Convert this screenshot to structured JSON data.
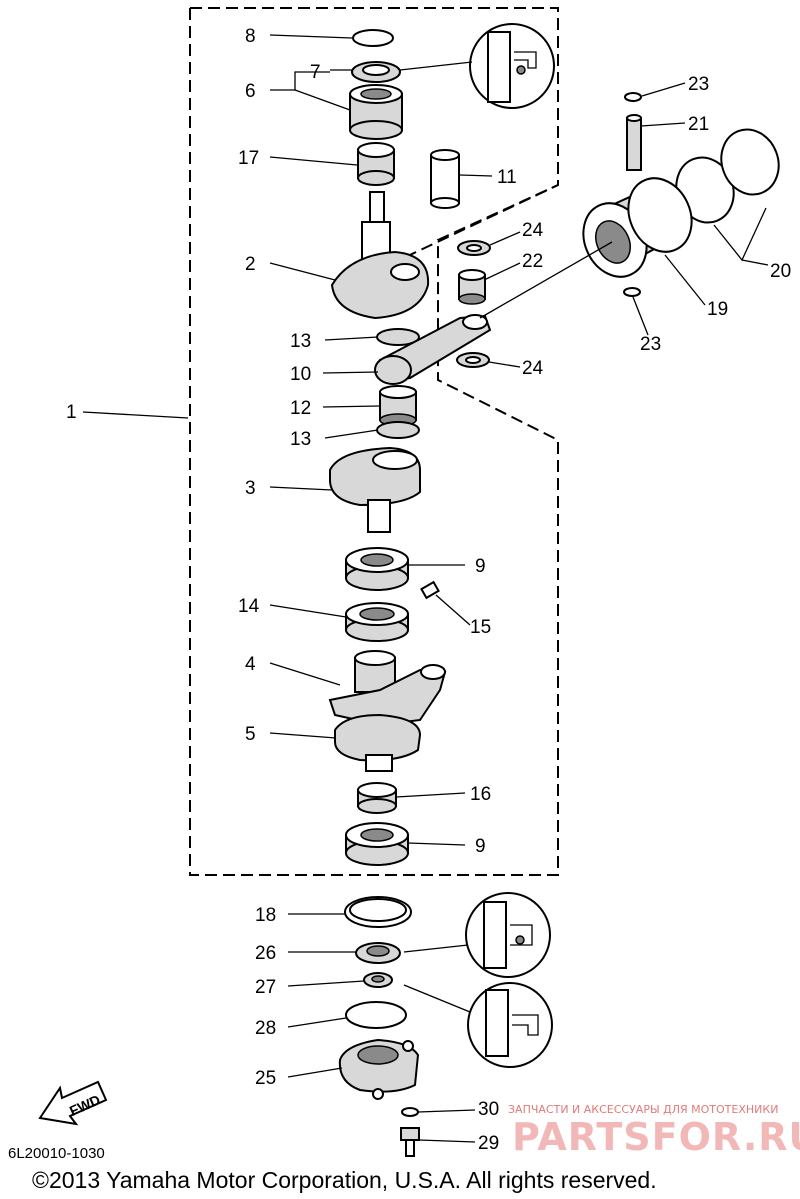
{
  "diagram": {
    "callouts": [
      {
        "id": "8",
        "text": "8"
      },
      {
        "id": "7",
        "text": "7"
      },
      {
        "id": "6",
        "text": "6"
      },
      {
        "id": "17",
        "text": "17"
      },
      {
        "id": "11",
        "text": "11"
      },
      {
        "id": "2",
        "text": "2"
      },
      {
        "id": "13a",
        "text": "13"
      },
      {
        "id": "10",
        "text": "10"
      },
      {
        "id": "1",
        "text": "1"
      },
      {
        "id": "12",
        "text": "12"
      },
      {
        "id": "13b",
        "text": "13"
      },
      {
        "id": "3",
        "text": "3"
      },
      {
        "id": "9a",
        "text": "9"
      },
      {
        "id": "14",
        "text": "14"
      },
      {
        "id": "15",
        "text": "15"
      },
      {
        "id": "4",
        "text": "4"
      },
      {
        "id": "5",
        "text": "5"
      },
      {
        "id": "16",
        "text": "16"
      },
      {
        "id": "9b",
        "text": "9"
      },
      {
        "id": "18",
        "text": "18"
      },
      {
        "id": "26",
        "text": "26"
      },
      {
        "id": "27",
        "text": "27"
      },
      {
        "id": "28",
        "text": "28"
      },
      {
        "id": "25",
        "text": "25"
      },
      {
        "id": "30",
        "text": "30"
      },
      {
        "id": "29",
        "text": "29"
      },
      {
        "id": "23a",
        "text": "23"
      },
      {
        "id": "21",
        "text": "21"
      },
      {
        "id": "24a",
        "text": "24"
      },
      {
        "id": "22",
        "text": "22"
      },
      {
        "id": "20",
        "text": "20"
      },
      {
        "id": "19",
        "text": "19"
      },
      {
        "id": "23b",
        "text": "23"
      },
      {
        "id": "24b",
        "text": "24"
      }
    ],
    "fwd_label": "FWD",
    "diagram_code": "6L20010-1030",
    "copyright": "©2013 Yamaha Motor Corporation, U.S.A. All rights reserved.",
    "watermark_text": "ЗАПЧАСТИ И АКСЕССУАРЫ ДЛЯ МОТОТЕХНИКИ",
    "watermark_logo": "PARTSFOR.RU"
  }
}
